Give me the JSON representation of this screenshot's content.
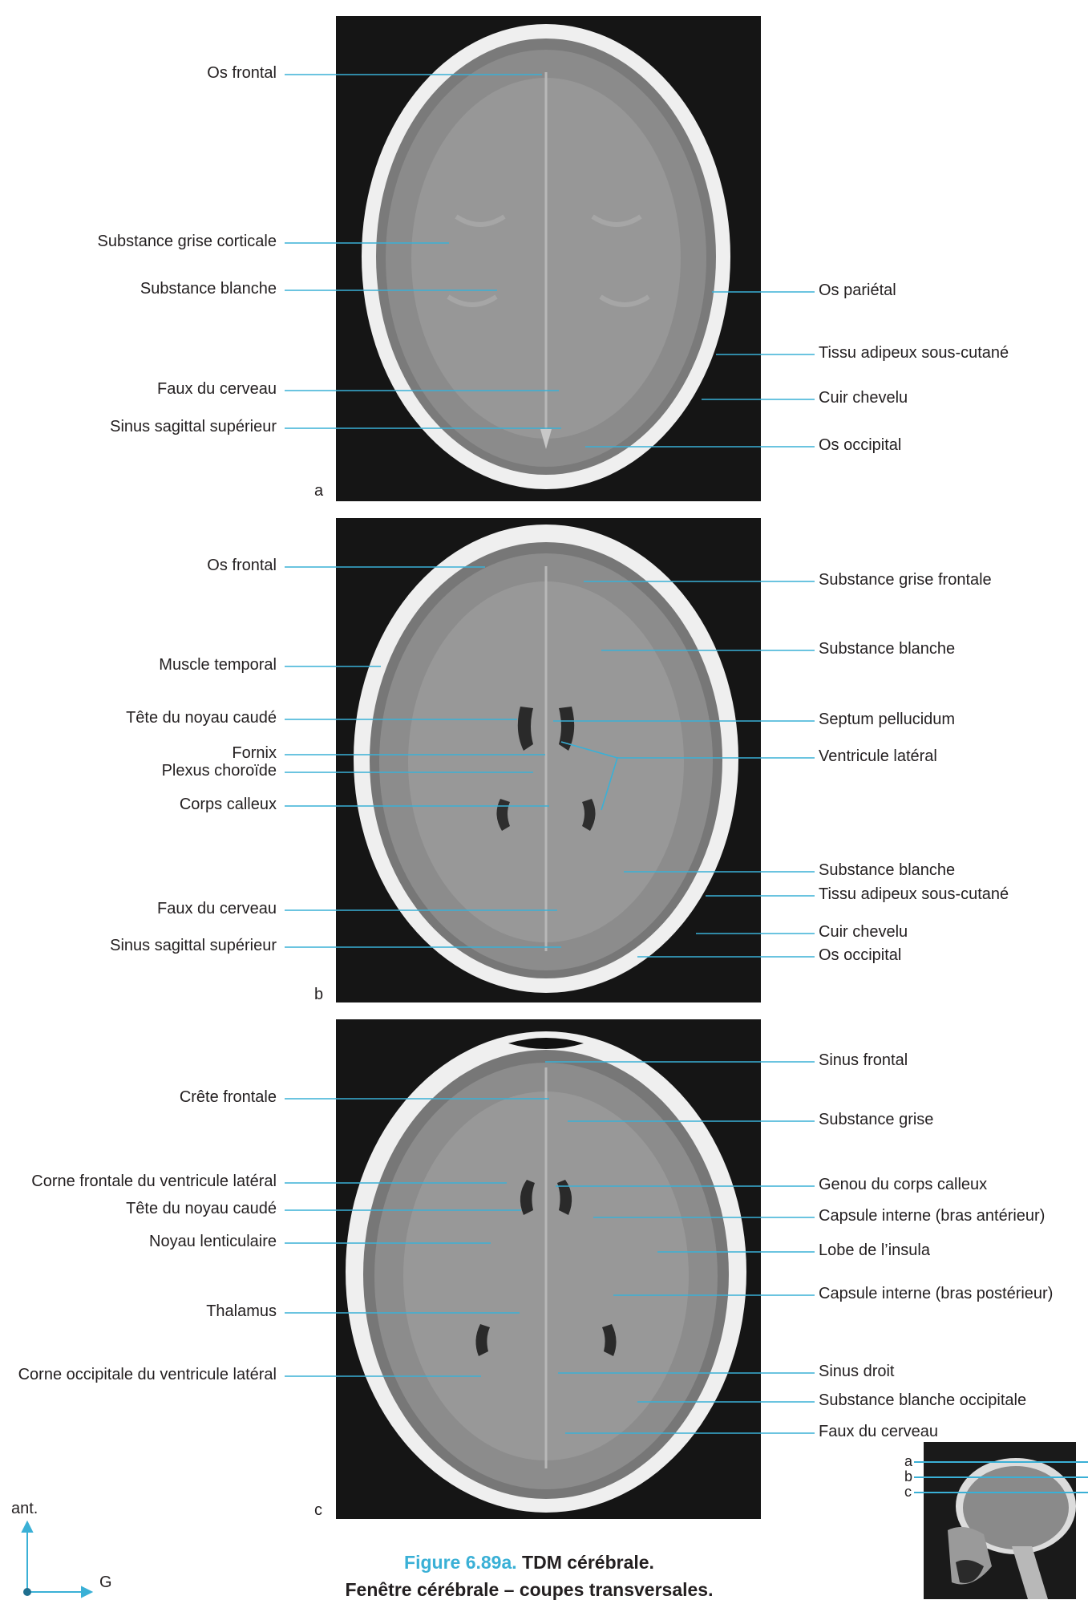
{
  "panels": [
    {
      "letter": "a",
      "left_labels": [
        "Os frontal",
        "Substance grise corticale",
        "Substance blanche",
        "Faux du cerveau",
        "Sinus sagittal supérieur"
      ],
      "right_labels": [
        "Os pariétal",
        "Tissu adipeux sous-cutané",
        "Cuir chevelu",
        "Os occipital"
      ]
    },
    {
      "letter": "b",
      "left_labels": [
        "Os frontal",
        "Muscle temporal",
        "Tête du noyau caudé",
        "Fornix",
        "Plexus choroïde",
        "Corps calleux",
        "Faux du cerveau",
        "Sinus sagittal supérieur"
      ],
      "right_labels": [
        "Substance grise frontale",
        "Substance blanche",
        "Septum pellucidum",
        "Ventricule latéral",
        "Substance blanche",
        "Tissu adipeux sous-cutané",
        "Cuir chevelu",
        "Os occipital"
      ]
    },
    {
      "letter": "c",
      "left_labels": [
        "Crête frontale",
        "Corne frontale du ventricule latéral",
        "Tête du noyau caudé",
        "Noyau lenticulaire",
        "Thalamus",
        "Corne occipitale du ventricule latéral"
      ],
      "right_labels": [
        "Sinus frontal",
        "Substance grise",
        "Genou du corps calleux",
        "Capsule interne (bras antérieur)",
        "Lobe de l’insula",
        "Capsule interne (bras postérieur)",
        "Sinus droit",
        "Substance blanche occipitale",
        "Faux du cerveau"
      ]
    }
  ],
  "orientation": {
    "anterior": "ant.",
    "left": "G"
  },
  "scout": {
    "letters": [
      "a",
      "b",
      "c"
    ]
  },
  "caption": {
    "figure": "Figure 6.89a.",
    "title": "TDM cérébrale.",
    "subtitle": "Fenêtre cérébrale – coupes transversales."
  },
  "colors": {
    "leader": "#3ab0d6",
    "caption_accent": "#3ab0d6"
  }
}
